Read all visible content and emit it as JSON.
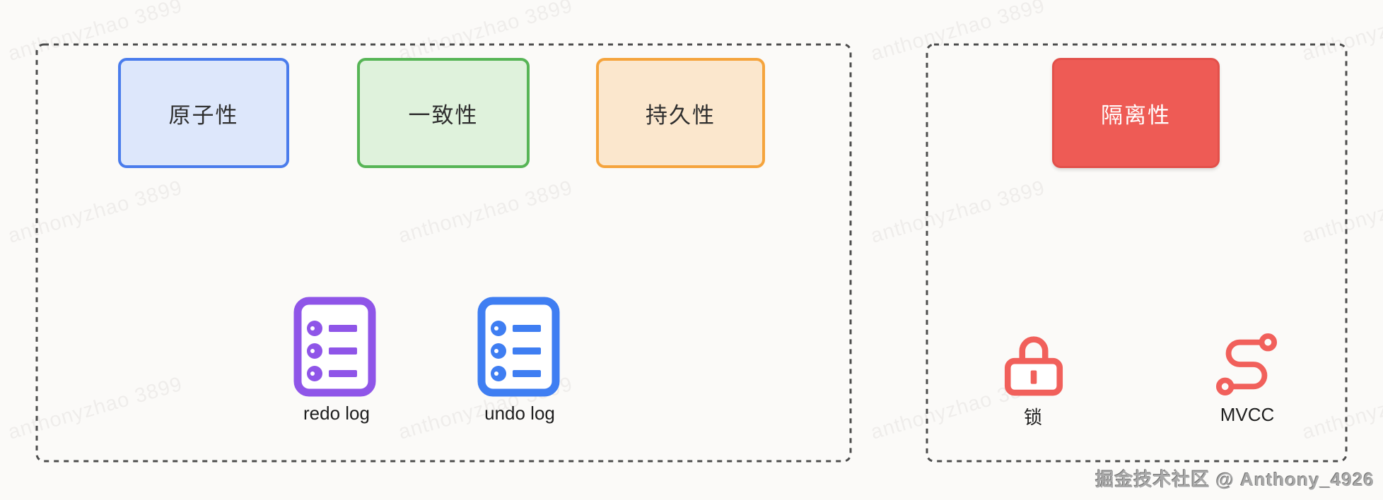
{
  "watermark": {
    "text": "anthonyzhao 3899"
  },
  "credit": {
    "text": "掘金技术社区 @ Anthony_4926"
  },
  "acid_group": {
    "boxes": [
      {
        "label": "原子性",
        "border_color": "#4a7cec",
        "fill_color": "#dde7fb",
        "text_color": "#2f2f2f"
      },
      {
        "label": "一致性",
        "border_color": "#57b556",
        "fill_color": "#dff2dc",
        "text_color": "#2f2f2f"
      },
      {
        "label": "持久性",
        "border_color": "#f5a43d",
        "fill_color": "#fbe7cd",
        "text_color": "#2f2f2f"
      }
    ],
    "logs": [
      {
        "label": "redo log",
        "icon": "list-icon",
        "color": "#8f55e8"
      },
      {
        "label": "undo log",
        "icon": "list-icon",
        "color": "#3f7ef2"
      }
    ]
  },
  "isolation_group": {
    "box": {
      "label": "隔离性",
      "fill_color": "#ee5b55",
      "border_color": "#e2504a",
      "text_color": "#ffffff"
    },
    "mechanisms": [
      {
        "label": "锁",
        "icon": "lock-icon",
        "color": "#f1605b"
      },
      {
        "label": "MVCC",
        "icon": "route-icon",
        "color": "#f1605b"
      }
    ]
  },
  "style": {
    "dashed_border_color": "#4d4d4d",
    "background_color": "#fbfaf8"
  }
}
